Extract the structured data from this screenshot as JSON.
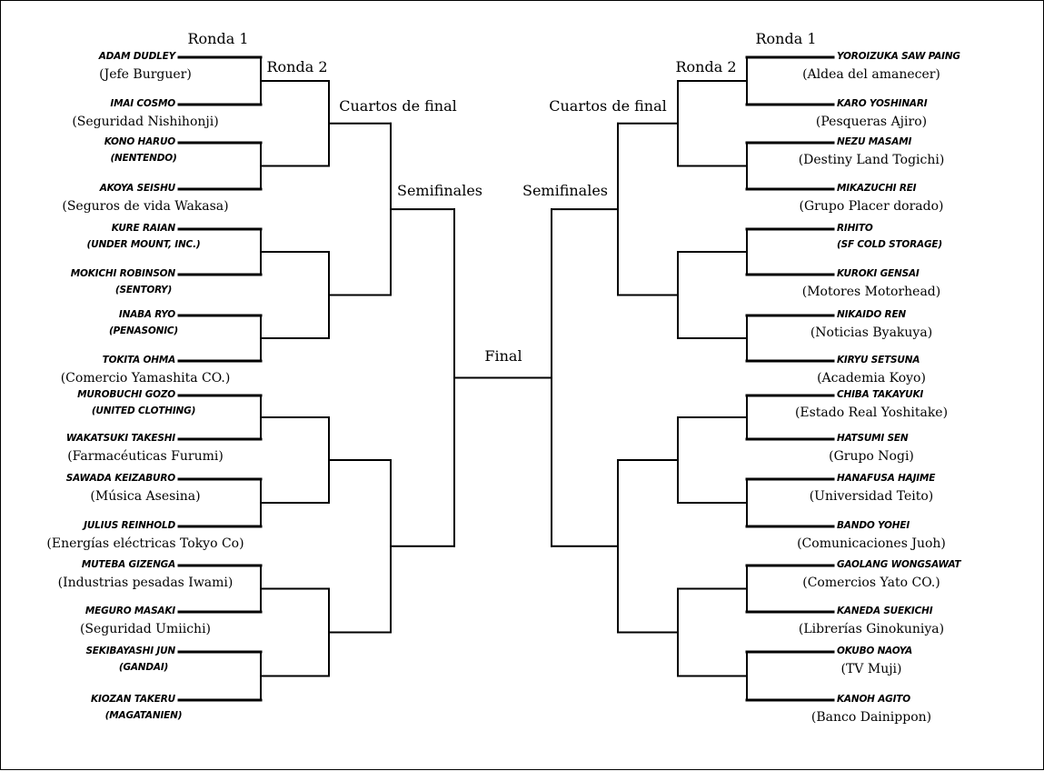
{
  "rounds": {
    "left": {
      "r1": "Ronda 1",
      "r2": "Ronda 2",
      "qf": "Cuartos de final",
      "sf": "Semifinales"
    },
    "right": {
      "r1": "Ronda 1",
      "r2": "Ronda 2",
      "qf": "Cuartos de final",
      "sf": "Semifinales"
    },
    "final": "Final"
  },
  "left": [
    {
      "lines": [
        "ADAM DUDLEY",
        "(Jefe Burguer)"
      ]
    },
    {
      "lines": [
        "IMAI COSMO",
        "(Seguridad Nishihonji)"
      ]
    },
    {
      "lines": [
        "KONO HARUO",
        "(NENTENDO)"
      ]
    },
    {
      "lines": [
        "AKOYA SEISHU",
        "(Seguros de vida Wakasa)"
      ]
    },
    {
      "lines": [
        "KURE RAIAN",
        "(UNDER MOUNT, INC.)"
      ]
    },
    {
      "lines": [
        "MOKICHI ROBINSON",
        "(SENTORY)"
      ]
    },
    {
      "lines": [
        "INABA RYO",
        "(PENASONIC)"
      ]
    },
    {
      "lines": [
        "TOKITA OHMA",
        "(Comercio Yamashita CO.)"
      ]
    },
    {
      "lines": [
        "MUROBUCHI GOZO",
        "(UNITED CLOTHING)"
      ]
    },
    {
      "lines": [
        "WAKATSUKI TAKESHI",
        "(Farmacéuticas Furumi)"
      ]
    },
    {
      "lines": [
        "SAWADA KEIZABURO",
        "(Música Asesina)"
      ]
    },
    {
      "lines": [
        "JULIUS REINHOLD",
        "(Energías eléctricas Tokyo Co)"
      ]
    },
    {
      "lines": [
        "MUTEBA GIZENGA",
        "(Industrias pesadas Iwami)"
      ]
    },
    {
      "lines": [
        "MEGURO MASAKI",
        "(Seguridad Umiichi)"
      ]
    },
    {
      "lines": [
        "SEKIBAYASHI JUN",
        "(GANDAI)"
      ]
    },
    {
      "lines": [
        "KIOZAN TAKERU",
        "(MAGATANIEN)"
      ]
    }
  ],
  "right": [
    {
      "lines": [
        "YOROIZUKA SAW PAING",
        "(Aldea del amanecer)"
      ]
    },
    {
      "lines": [
        "KARO YOSHINARI",
        "(Pesqueras Ajiro)"
      ]
    },
    {
      "lines": [
        "NEZU MASAMI",
        "(Destiny Land Togichi)"
      ]
    },
    {
      "lines": [
        "MIKAZUCHI REI",
        "(Grupo Placer dorado)"
      ]
    },
    {
      "lines": [
        "RIHITO",
        "(SF COLD STORAGE)"
      ]
    },
    {
      "lines": [
        "KUROKI GENSAI",
        "(Motores Motorhead)"
      ]
    },
    {
      "lines": [
        "NIKAIDO REN",
        "(Noticias Byakuya)"
      ]
    },
    {
      "lines": [
        "KIRYU SETSUNA",
        "(Academia Koyo)"
      ]
    },
    {
      "lines": [
        "CHIBA TAKAYUKI",
        "(Estado Real Yoshitake)"
      ]
    },
    {
      "lines": [
        "HATSUMI SEN",
        "(Grupo Nogi)"
      ]
    },
    {
      "lines": [
        "HANAFUSA HAJIME",
        "(Universidad Teito)"
      ]
    },
    {
      "lines": [
        "BANDO YOHEI",
        "(Comunicaciones Juoh)"
      ]
    },
    {
      "lines": [
        "GAOLANG WONGSAWAT",
        "(Comercios Yato CO.)"
      ]
    },
    {
      "lines": [
        "KANEDA SUEKICHI",
        "(Librerías Ginokuniya)"
      ]
    },
    {
      "lines": [
        "OKUBO NAOYA",
        "(TV Muji)"
      ]
    },
    {
      "lines": [
        "KANOH AGITO",
        "(Banco Dainippon)"
      ]
    }
  ]
}
